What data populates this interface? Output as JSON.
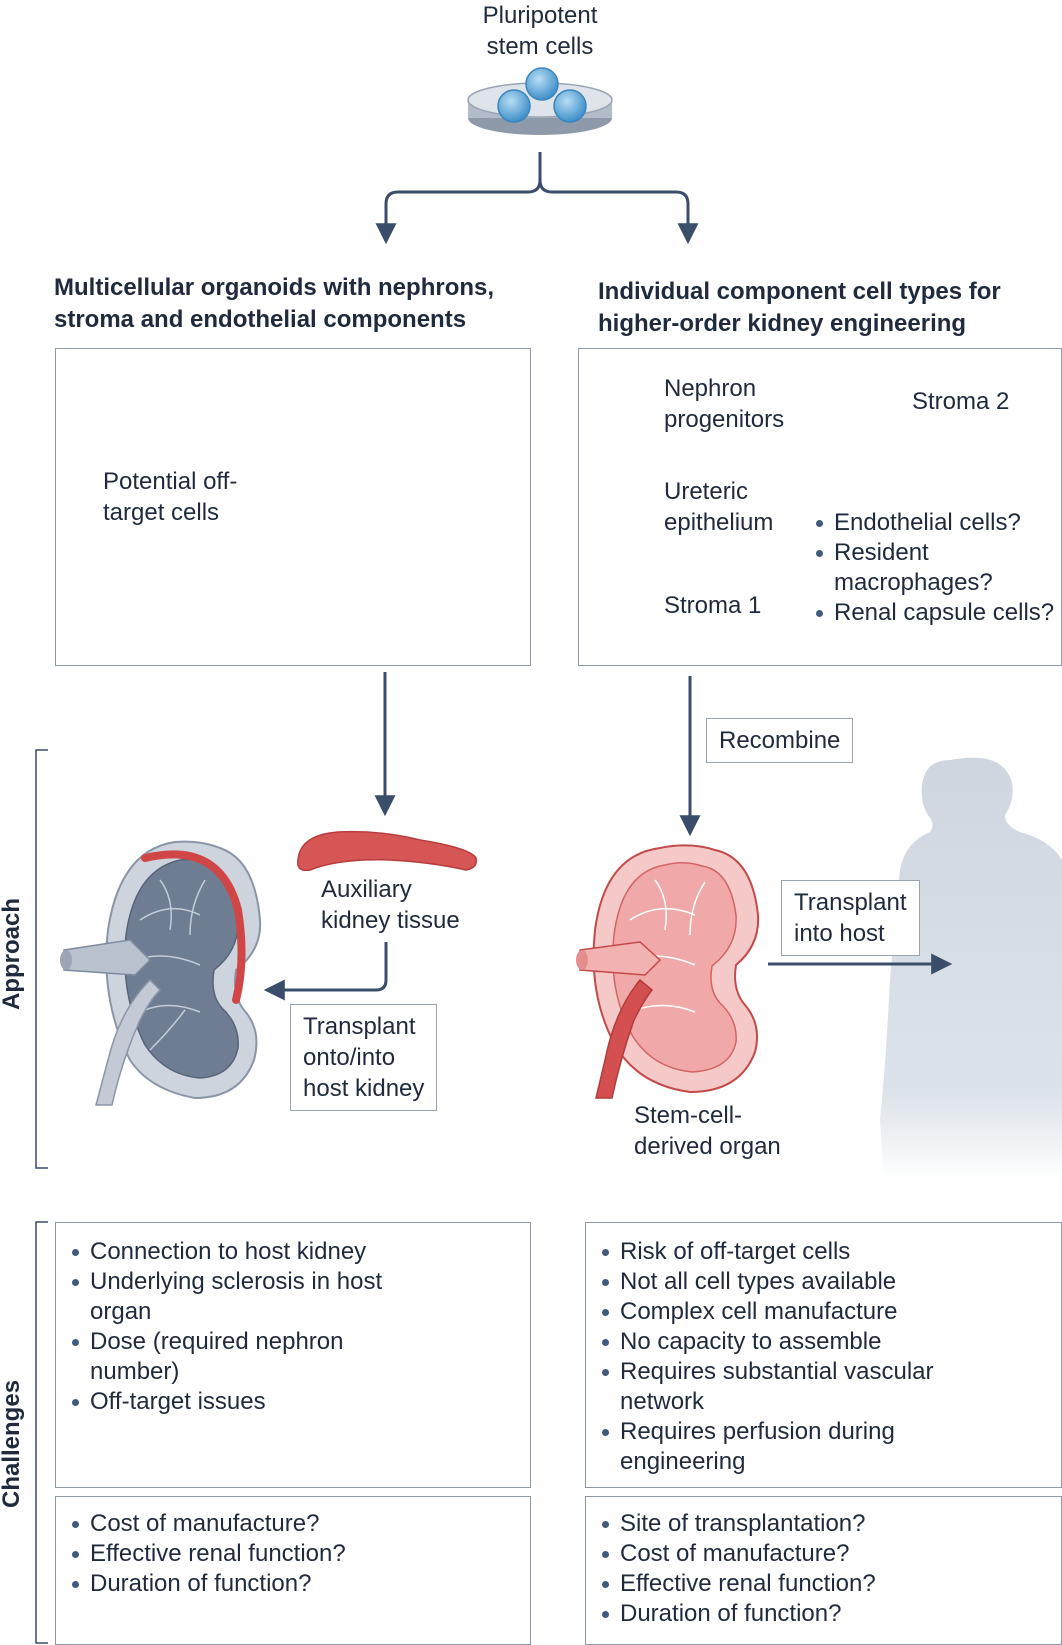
{
  "top": {
    "label": "Pluripotent\nstem cells"
  },
  "left": {
    "heading": "Multicellular organoids with nephrons,\nstroma and endothelial components",
    "offtarget": "Potential off-\ntarget cells",
    "auxiliary": "Auxiliary\nkidney tissue",
    "transplant": "Transplant\nonto/into\nhost kidney",
    "challenges": [
      "Connection to host kidney",
      "Underlying sclerosis in host organ",
      "Dose (required nephron number)",
      "Off-target issues"
    ],
    "questions": [
      "Cost of manufacture?",
      "Effective renal function?",
      "Duration of function?"
    ]
  },
  "right": {
    "heading": "Individual component cell types for\nhigher-order kidney engineering",
    "cells": {
      "nephron": "Nephron\nprogenitors",
      "ureteric": "Ureteric\nepithelium",
      "stroma1": "Stroma 1",
      "stroma2": "Stroma 2",
      "others": [
        "Endothelial cells?",
        "Resident macrophages?",
        "Renal capsule cells?"
      ]
    },
    "recombine": "Recombine",
    "transplant": "Transplant\ninto host",
    "organ": "Stem-cell-\nderived organ",
    "challenges": [
      "Risk of off-target cells",
      "Not all cell types available",
      "Complex cell manufacture",
      "No capacity to assemble",
      "Requires substantial vascular network",
      "Requires perfusion during engineering"
    ],
    "questions": [
      "Site of transplantation?",
      "Cost of manufacture?",
      "Effective renal function?",
      "Duration of function?"
    ]
  },
  "side": {
    "approach": "Approach",
    "challenges": "Challenges"
  },
  "colors": {
    "arrow": "#3a4d6b",
    "blue": "#5aa7db",
    "yellow": "#f2d274",
    "stroma1": "#c9c7a4",
    "stroma2": "#e4e2c8",
    "gray": "#dfe3ea",
    "kidneyRed": "#e06a6a"
  }
}
